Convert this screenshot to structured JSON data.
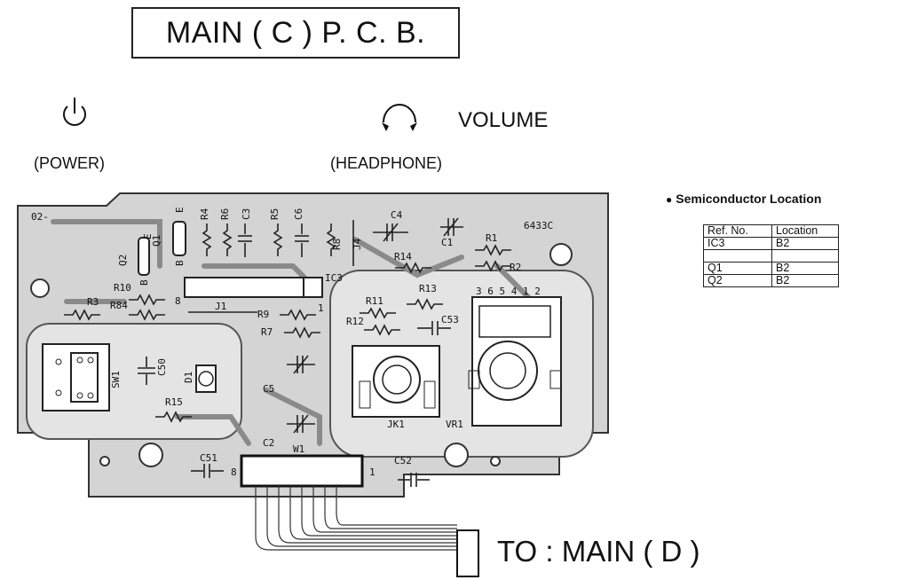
{
  "title": "MAIN ( C ) P. C. B.",
  "labels": {
    "power": "(POWER)",
    "headphone": "(HEADPHONE)",
    "volume": "VOLUME",
    "to_main": "TO : MAIN ( D )"
  },
  "icons": {
    "power": "power-icon",
    "headphone": "headphone-icon"
  },
  "semiconductor": {
    "title": "Semiconductor Location",
    "headers": [
      "Ref. No.",
      "Location"
    ],
    "rows": [
      {
        "ref": "IC3",
        "loc": "B2"
      },
      {
        "ref": "",
        "loc": ""
      },
      {
        "ref": "Q1",
        "loc": "B2"
      },
      {
        "ref": "Q2",
        "loc": "B2"
      }
    ]
  },
  "pcb": {
    "board_id_left": "02-",
    "board_id_right": "6433C",
    "components": [
      "Q2",
      "Q1",
      "R4",
      "R6",
      "C3",
      "R5",
      "C6",
      "R8",
      "J4",
      "C4",
      "C1",
      "R1",
      "R2",
      "R14",
      "R10",
      "R3",
      "R84",
      "IC3",
      "J1",
      "R9",
      "R7",
      "R11",
      "R12",
      "R13",
      "C53",
      "SW1",
      "C50",
      "D1",
      "R15",
      "C5",
      "C2",
      "JK1",
      "VR1",
      "C51",
      "W1",
      "C52"
    ],
    "pin_labels": [
      "E",
      "B",
      "E",
      "B",
      "8",
      "1",
      "8",
      "1"
    ],
    "vr1_pins": "3 6 5 4 1 2"
  },
  "colors": {
    "board": "#d4d4d4",
    "trace_edge": "#8a8a8a",
    "ink": "#111111"
  }
}
